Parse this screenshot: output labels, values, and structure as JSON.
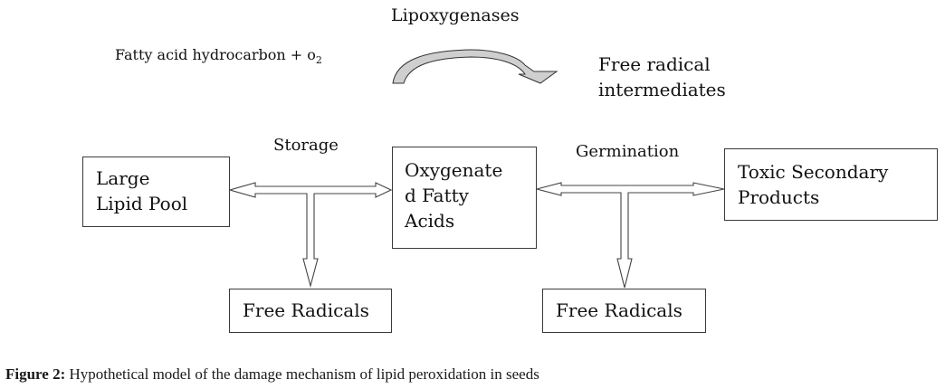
{
  "diagram": {
    "reaction": {
      "substrate": "Fatty acid hydrocarbon + o",
      "substrate_subscript": "2",
      "enzyme": "Lipoxygenases",
      "product": "Free radical\nintermediates"
    },
    "nodes": {
      "large_lipid_pool": "Large\nLipid Pool",
      "oxygenated_fatty_acids": "Oxygenate\nd Fatty\nAcids",
      "toxic_secondary_products": "Toxic Secondary\nProducts",
      "free_radicals_left": "Free Radicals",
      "free_radicals_right": "Free Radicals"
    },
    "edge_labels": {
      "storage": "Storage",
      "germination": "Germination"
    },
    "edges": [
      {
        "from": "Large Lipid Pool",
        "to": "Oxygenated Fatty Acids",
        "label": "Storage",
        "type": "bidirectional"
      },
      {
        "from": "Storage",
        "to": "Free Radicals",
        "type": "branch-down"
      },
      {
        "from": "Oxygenated Fatty Acids",
        "to": "Toxic Secondary Products",
        "label": "Germination",
        "type": "bidirectional"
      },
      {
        "from": "Germination",
        "to": "Free Radicals",
        "type": "branch-down"
      },
      {
        "from": "Fatty acid hydrocarbon + o2",
        "to": "Free radical intermediates",
        "label": "Lipoxygenases",
        "type": "curved"
      }
    ],
    "colors": {
      "box_border": "#3a3a3a",
      "curved_arrow_fill": "#cfcfcf",
      "text": "#111111"
    }
  },
  "caption": {
    "label": "Figure 2:",
    "text": " Hypothetical model of the damage mechanism of lipid peroxidation in seeds"
  }
}
